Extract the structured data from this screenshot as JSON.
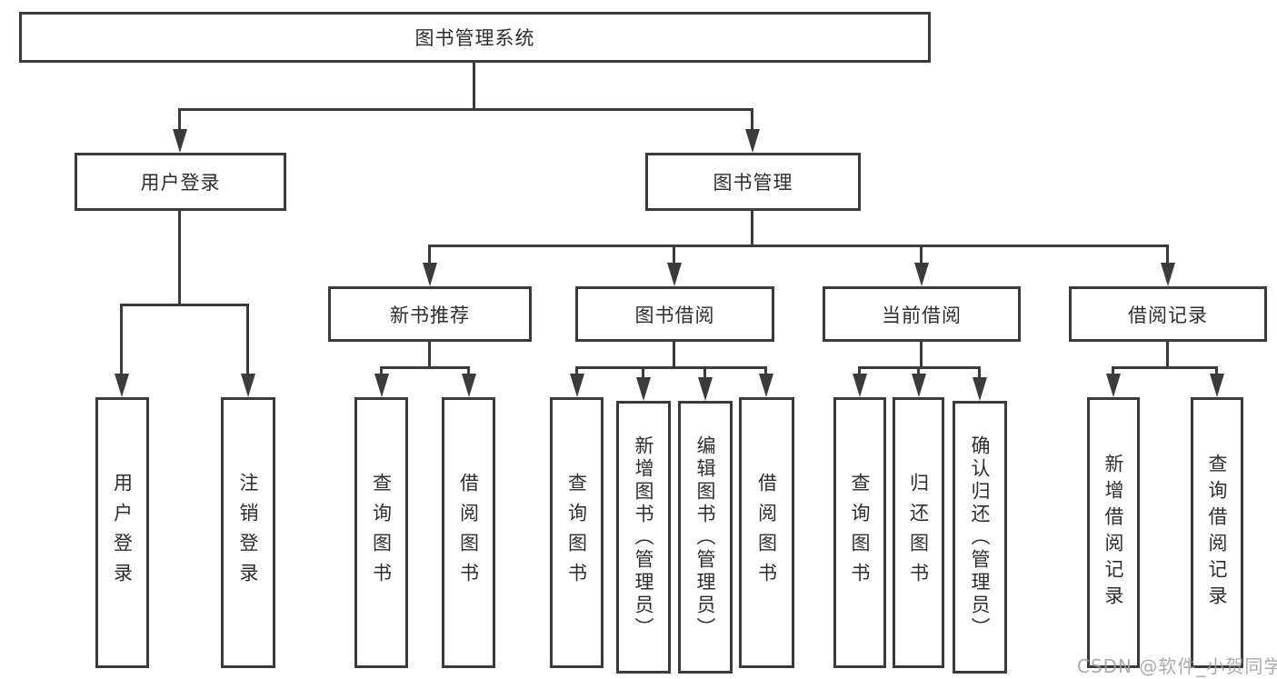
{
  "diagram_title": "图书管理系统",
  "nodes": {
    "root": "图书管理系统",
    "user_login": "用户登录",
    "book_mgmt": "图书管理",
    "new_book_rec": "新书推荐",
    "book_borrow": "图书借阅",
    "current_borrow": "当前借阅",
    "borrow_records": "借阅记录",
    "leaf_user_login": "用户登录",
    "leaf_logout": "注销登录",
    "leaf_nbr_query": "查询图书",
    "leaf_nbr_borrow": "借阅图书",
    "leaf_bb_query": "查询图书",
    "leaf_bb_add": "新增图书（管理员）",
    "leaf_bb_edit": "编辑图书（管理员）",
    "leaf_bb_borrow": "借阅图书",
    "leaf_cb_query": "查询图书",
    "leaf_cb_return": "归还图书",
    "leaf_cb_confirm": "确认归还（管理员）",
    "leaf_br_add": "新增借阅记录",
    "leaf_br_query": "查询借阅记录"
  },
  "hierarchy": {
    "root": "图书管理系统",
    "children": [
      {
        "label": "用户登录",
        "children": [
          "用户登录",
          "注销登录"
        ]
      },
      {
        "label": "图书管理",
        "children": [
          {
            "label": "新书推荐",
            "children": [
              "查询图书",
              "借阅图书"
            ]
          },
          {
            "label": "图书借阅",
            "children": [
              "查询图书",
              "新增图书（管理员）",
              "编辑图书（管理员）",
              "借阅图书"
            ]
          },
          {
            "label": "当前借阅",
            "children": [
              "查询图书",
              "归还图书",
              "确认归还（管理员）"
            ]
          },
          {
            "label": "借阅记录",
            "children": [
              "新增借阅记录",
              "查询借阅记录"
            ]
          }
        ]
      }
    ]
  },
  "watermark": "CSDN @软件_小贺同学",
  "colors": {
    "line": "#3b3b3b",
    "text": "#2e2e2e",
    "background": "#ffffff",
    "watermark": "#9e9e9e"
  }
}
